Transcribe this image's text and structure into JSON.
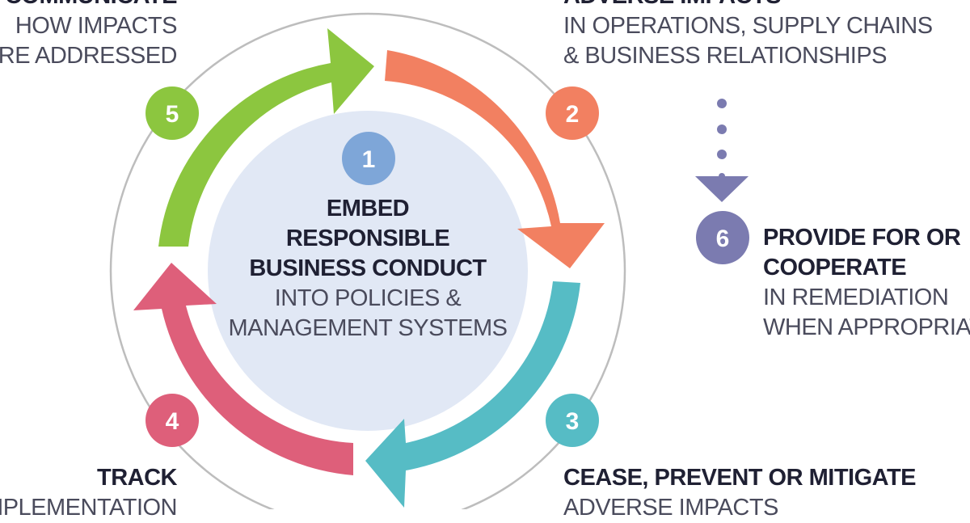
{
  "steps": [
    {
      "number": "1",
      "title_lines": [
        "EMBED",
        "RESPONSIBLE",
        "BUSINESS CONDUCT"
      ],
      "sub_lines": [
        "INTO POLICIES &",
        "MANAGEMENT SYSTEMS"
      ],
      "color": "#7ea6d8"
    },
    {
      "number": "2",
      "title_lines": [
        "ADVERSE IMPACTS"
      ],
      "sub_lines": [
        "IN OPERATIONS, SUPPLY CHAINS",
        "& BUSINESS RELATIONSHIPS"
      ],
      "color": "#f28061"
    },
    {
      "number": "3",
      "title_lines": [
        "CEASE, PREVENT OR MITIGATE"
      ],
      "sub_lines": [
        "ADVERSE IMPACTS"
      ],
      "color": "#56bcc5"
    },
    {
      "number": "4",
      "title_lines": [
        "TRACK"
      ],
      "sub_lines": [
        "IMPLEMENTATION"
      ],
      "color": "#de5f7a"
    },
    {
      "number": "5",
      "title_lines": [
        "COMMUNICATE"
      ],
      "sub_lines": [
        "HOW IMPACTS",
        "ARE ADDRESSED"
      ],
      "color": "#8cc63f"
    },
    {
      "number": "6",
      "title_lines": [
        "PROVIDE FOR OR",
        "COOPERATE"
      ],
      "sub_lines": [
        "IN REMEDIATION",
        "WHEN APPROPRIATE"
      ],
      "color": "#7b7bb0"
    }
  ],
  "colors": {
    "center_fill": "#e1e8f5",
    "ring": "#bdbdbd",
    "text": "#1f2033"
  }
}
